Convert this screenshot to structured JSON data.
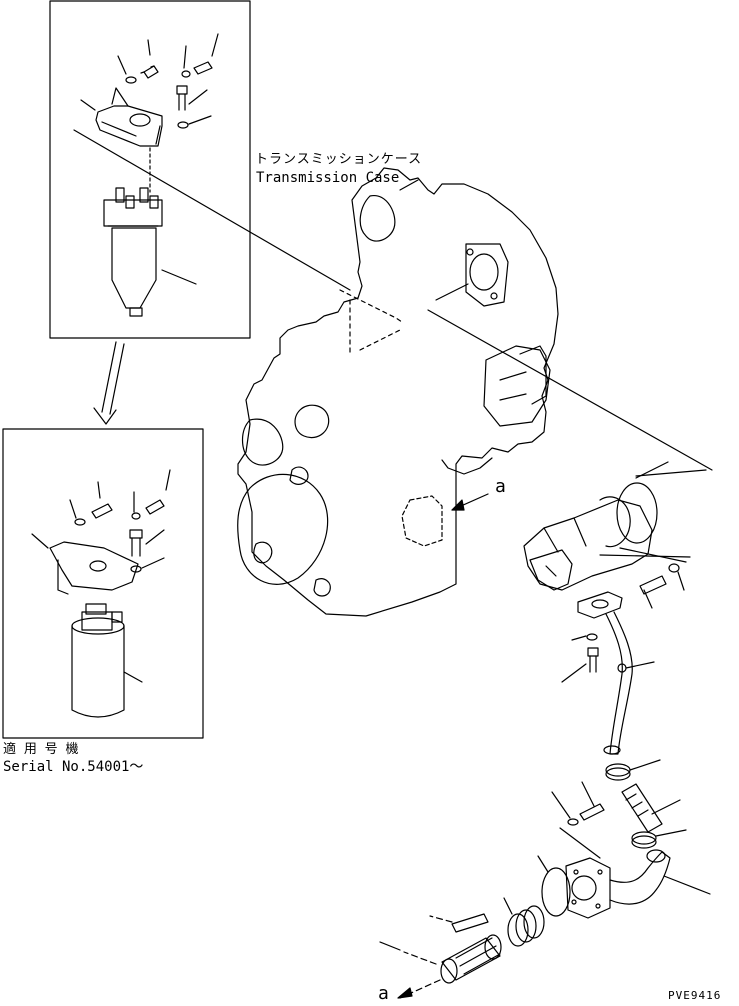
{
  "labels": {
    "case_jp": "トランスミッションケース",
    "case_en": "Transmission Case",
    "serial_jp": "適 用 号 機",
    "serial_en": "Serial No.54001～",
    "ref_a_upper": "a",
    "ref_a_lower": "a",
    "drawing_code": "PVE9416"
  }
}
